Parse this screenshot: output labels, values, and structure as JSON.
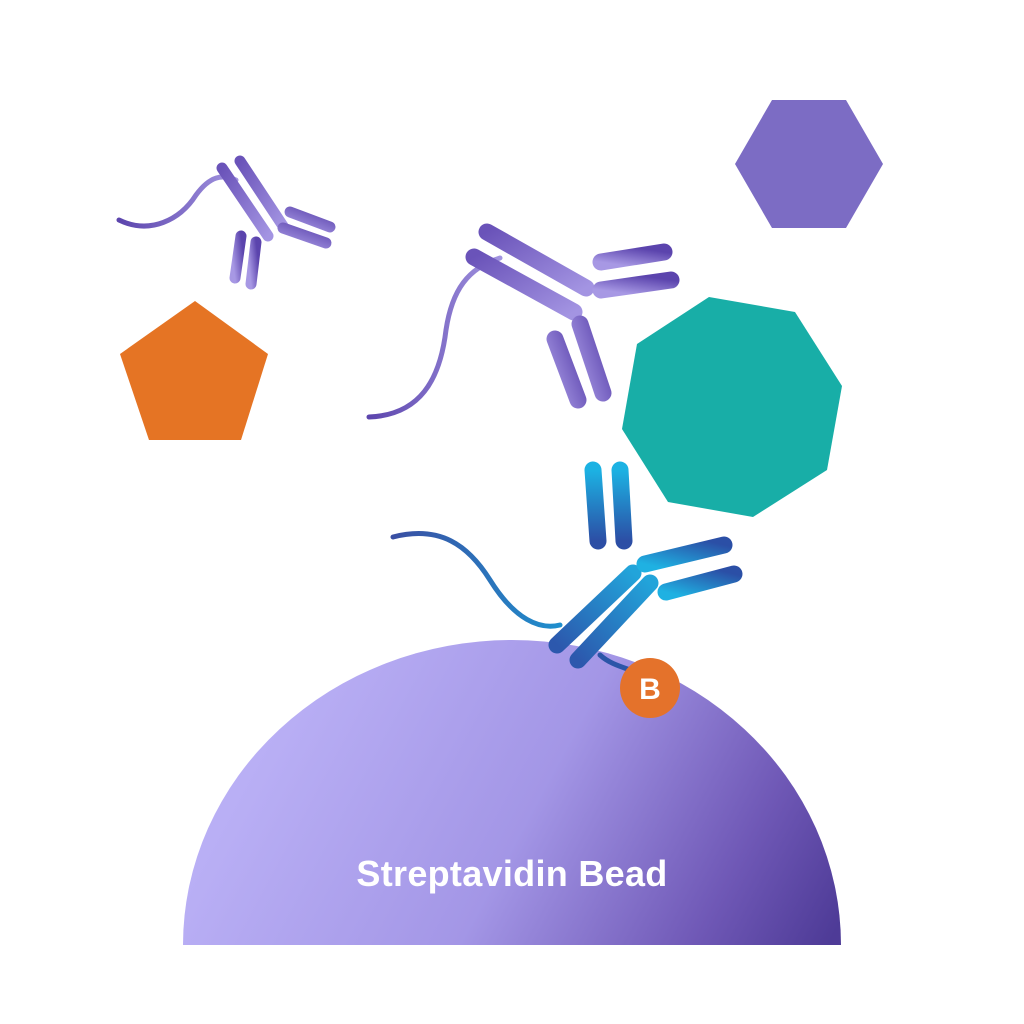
{
  "bead": {
    "label": "Streptavidin Bead",
    "color_light": "#b9aff5",
    "color_dark": "#4e3b97",
    "text_color": "#ffffff"
  },
  "biotin": {
    "label": "B",
    "color": "#e4722b",
    "text_color": "#ffffff"
  },
  "colors": {
    "background": "#ffffff",
    "pentagon": "#e57424",
    "hexagon": "#7c6cc4",
    "octagon": "#18aea7",
    "antibody_purple_light": "#a898e3",
    "antibody_purple_dark": "#5f48b2",
    "antibody_blue_light": "#1fb1e2",
    "antibody_blue_dark": "#2b4fa6"
  },
  "elements": {
    "unbound_antibodies": 2,
    "bound_antibody": 1,
    "antigen_shapes": [
      "pentagon",
      "hexagon",
      "octagon"
    ]
  }
}
